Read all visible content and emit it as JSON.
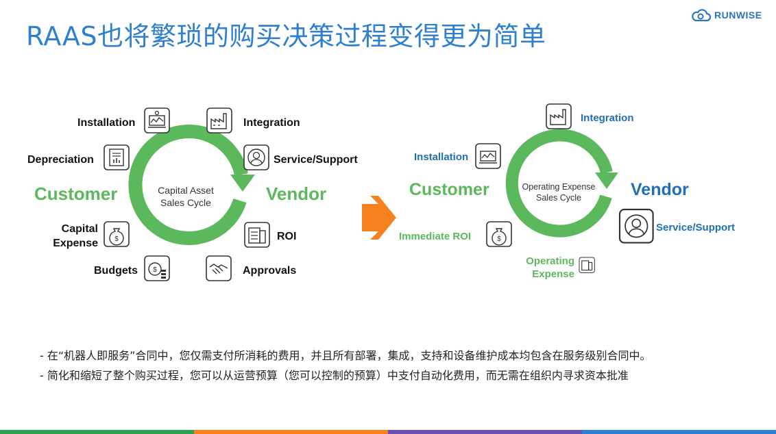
{
  "title": "RAAS也将繁琐的购买决策过程变得更为简单",
  "logo": {
    "text": "RUNWISE",
    "icon": "cloud-gear-icon"
  },
  "left_cycle": {
    "center_line1": "Capital Asset",
    "center_line2": "Sales Cycle",
    "customer": "Customer",
    "vendor": "Vendor",
    "installation": "Installation",
    "integration": "Integration",
    "depreciation": "Depreciation",
    "service_support": "Service/Support",
    "capital_line1": "Capital",
    "capital_line2": "Expense",
    "roi": "ROI",
    "budgets": "Budgets",
    "approvals": "Approvals"
  },
  "right_cycle": {
    "center_line1": "Operating Expense",
    "center_line2": "Sales Cycle",
    "customer": "Customer",
    "vendor": "Vendor",
    "installation": "Installation",
    "integration": "Integration",
    "service_support": "Service/Support",
    "immediate_roi": "Immediate ROI",
    "operating_line1": "Operating",
    "operating_line2": "Expense"
  },
  "bullets": [
    "- 在“机器人即服务”合同中，您仅需支付所消耗的费用，并且所有部署，集成，支持和设备维护成本均包含在服务级别合同中。",
    "- 简化和缩短了整个购买过程，您可以从运营预算（您可以控制的预算）中支付自动化费用，而无需在组织内寻求资本批准"
  ],
  "colors": {
    "title_blue": "#2f7fd0",
    "green": "#5cb85c",
    "vendor_blue": "#1f6fb8",
    "arrow_orange": "#f5821f",
    "bar": [
      "#2e9e4f",
      "#f5821f",
      "#6a4fb3",
      "#2f7fd0"
    ]
  }
}
